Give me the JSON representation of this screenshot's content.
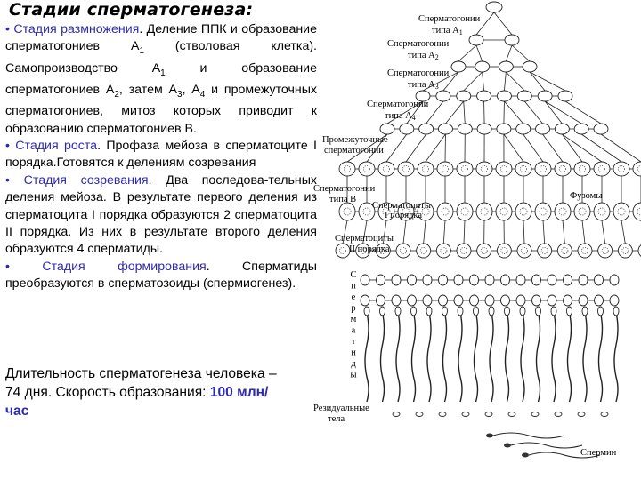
{
  "title": "Стадии сперматогенеза:",
  "paragraphs": [
    [
      {
        "t": "• Стадия ",
        "c": "blue"
      },
      {
        "t": "размножения",
        "c": "blue"
      },
      {
        "t": ". Деление ППК и образование сперматогониев А",
        "c": ""
      },
      {
        "t": "1",
        "c": "sub"
      },
      {
        "t": " (стволовая клетка). Самопроизводство А",
        "c": ""
      },
      {
        "t": "1",
        "c": "sub"
      },
      {
        "t": " и образование сперматогониев А",
        "c": ""
      },
      {
        "t": "2",
        "c": "sub"
      },
      {
        "t": ", затем А",
        "c": ""
      },
      {
        "t": "3",
        "c": "sub"
      },
      {
        "t": ", А",
        "c": ""
      },
      {
        "t": "4",
        "c": "sub"
      },
      {
        "t": " и промежуточных сперматогониев, митоз которых приводит к образованию сперматогониев В.",
        "c": ""
      }
    ],
    [
      {
        "t": "• Стадия роста",
        "c": "blue"
      },
      {
        "t": ". Профаза мейоза в сперматоците I порядка.Готовятся к делениям созревания",
        "c": ""
      }
    ],
    [
      {
        "t": "• Стадия созревания",
        "c": "blue"
      },
      {
        "t": ". Два последова-тельных деления мейоза. В результате первого деления из сперматоцита I порядка образуются 2 сперматоцита II порядка. Из них в результате второго деления образуются 4 сперматиды.",
        "c": ""
      }
    ],
    [
      {
        "t": "• Стадия формирования",
        "c": "blue"
      },
      {
        "t": ". Сперматиды преобразуются в сперматозоиды (спермиогенез).",
        "c": ""
      }
    ]
  ],
  "duration": {
    "line1": "Длительность сперматогенеза человека – 74 дня. Скорость образования: ",
    "value": "100 млн/час"
  },
  "diagram": {
    "labels": {
      "a1_line1": "Сперматогонии",
      "a1_line2": "типа A",
      "a1_sub": "1",
      "a2_line1": "Сперматогонии",
      "a2_line2": "типа A",
      "a2_sub": "2",
      "a3_line1": "Сперматогонии",
      "a3_line2": "типа A",
      "a3_sub": "3",
      "a4_line1": "Сперматогонии",
      "a4_line2": "типа A",
      "a4_sub": "4",
      "inter_line1": "Промежуточные",
      "inter_line2": "сперматогонии",
      "b_line1": "Сперматогонии",
      "b_line2": "типа B",
      "fusomes": "Фузомы",
      "sc1_line1": "Сперматоциты",
      "sc1_line2": "I порядка",
      "sc2_line1": "Сперматоциты",
      "sc2_line2": "II порядка",
      "spermatids_vertical": "Сперматиды",
      "residual_line1": "Резидуальные",
      "residual_line2": "тела",
      "sperm": "Спермии"
    },
    "colors": {
      "cell_fill": "#ffffff",
      "stroke": "#222222",
      "dot": "#555555",
      "accent": "#2d2ab0"
    }
  }
}
